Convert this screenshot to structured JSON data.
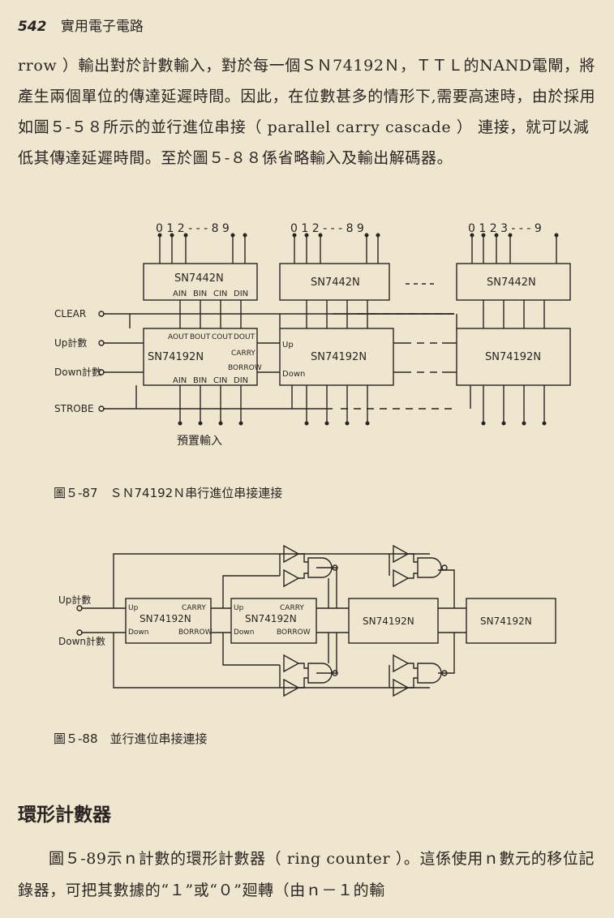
{
  "header": {
    "page_number": "542",
    "book_title": "實用電子電路"
  },
  "paragraph1": "rrow ）輸出對於計數輸入，對於每一個ＳＮ74192Ｎ，ＴＴＬ的NAND電閘，將產生兩個單位的傳達延遲時間。因此，在位數甚多的情形下,需要高速時，由於採用如圖５-５８所示的並行進位串接（ parallel carry cascade ） 連接，就可以減低其傳達延遲時間。至於圖５-８８係省略輸入及輸出解碼器。",
  "fig87": {
    "caption": "圖５-87　ＳＮ74192Ｎ串行進位串接連接",
    "digits_a": "0 1 2 - - - 8 9",
    "digits_b": "0 1 2 - - - 8 9",
    "digits_c": "0 1 2 3 - - - 9",
    "decoder_label": "SN7442N",
    "decoder_inputs": [
      "AIN",
      "BIN",
      "CIN",
      "DIN"
    ],
    "counter_label": "SN74192N",
    "counter_outputs": [
      "AOUT",
      "BOUT",
      "COUT",
      "DOUT"
    ],
    "carry": "CARRY",
    "borrow": "BORROW",
    "up": "Up",
    "down": "Down",
    "clear": "CLEAR",
    "up_count": "Up計數",
    "down_count": "Down計數",
    "strobe": "STROBE",
    "preset": "預置輸入"
  },
  "fig88": {
    "caption": "圖５-88　並行進位串接連接",
    "up_count": "Up計數",
    "down_count": "Down計數",
    "counter_label": "SN74192N",
    "carry": "CARRY",
    "borrow": "BORROW",
    "up": "Up",
    "down": "Down"
  },
  "section_title": "環形計數器",
  "paragraph2": "圖５-89示ｎ計數的環形計數器（ ring counter ）。這係使用ｎ數元的移位記錄器，可把其數據的“１”或“０”廻轉（由ｎ－１的輸"
}
